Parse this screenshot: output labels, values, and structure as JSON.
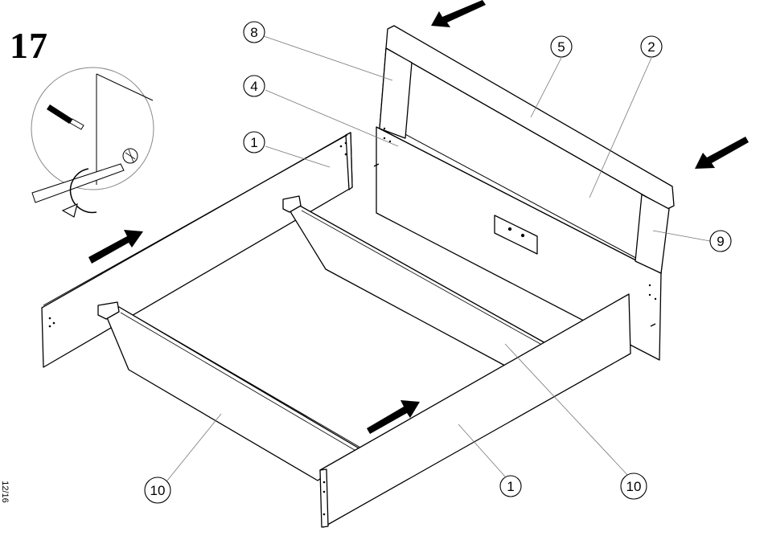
{
  "step": {
    "number": "17"
  },
  "page": {
    "number": "12/16"
  },
  "callouts": [
    "8",
    "5",
    "2",
    "4",
    "1",
    "9",
    "10",
    "1",
    "10"
  ],
  "arrows": [
    {
      "id": "arrow-top-headboard",
      "direction": "left-down"
    },
    {
      "id": "arrow-right-headboard",
      "direction": "left-down"
    },
    {
      "id": "arrow-left-rail",
      "direction": "right-up"
    },
    {
      "id": "arrow-front-rail",
      "direction": "right-up"
    }
  ],
  "inset": {
    "icon": "screwdriver-tightening-icon"
  },
  "colors": {
    "line": "#000000",
    "callout_line": "#666666",
    "arrow": "#000000",
    "background": "#ffffff"
  }
}
